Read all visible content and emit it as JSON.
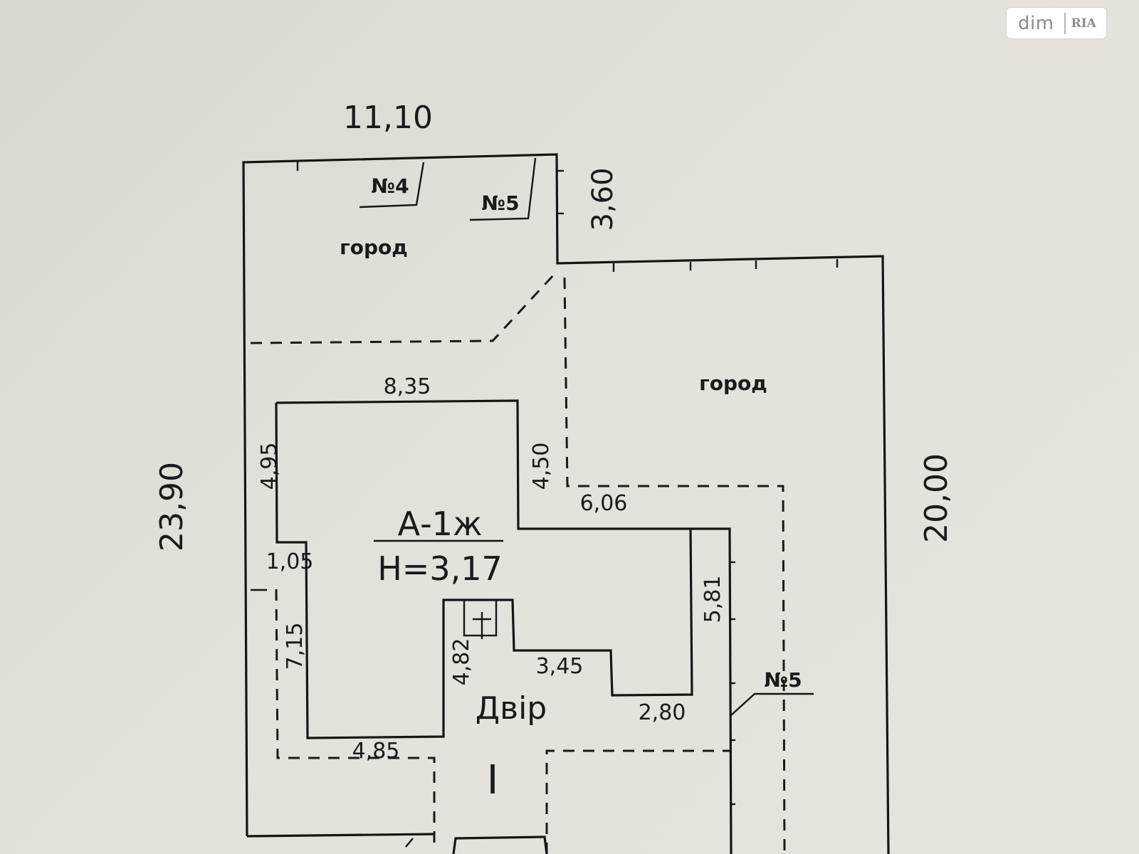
{
  "watermark": {
    "text": "dim",
    "logo": "RIA"
  },
  "plot": {
    "top_width": "11,10",
    "left_height": "23,90",
    "step_height": "3,60",
    "right_height": "20,00",
    "shed_4": "№4",
    "shed_5": "№5",
    "garden_1": "город",
    "garden_2": "город",
    "outbuilding_5": "№5"
  },
  "house": {
    "name": "А-1ж",
    "height": "Н=3,17",
    "dims": {
      "top": "8,35",
      "left_upper": "4,95",
      "notch_right": "4,50",
      "mid_step": "6,06",
      "left_step": "1,05",
      "left_lower": "7,15",
      "right_lower": "5,81",
      "porch": "4,82",
      "inner_step": "3,45",
      "bottom_right": "2,80",
      "bottom_left": "4,85"
    }
  },
  "yard": {
    "label": "Двір",
    "gate": "I"
  },
  "colors": {
    "line": "#151515",
    "paper": "#e3e1d9"
  }
}
